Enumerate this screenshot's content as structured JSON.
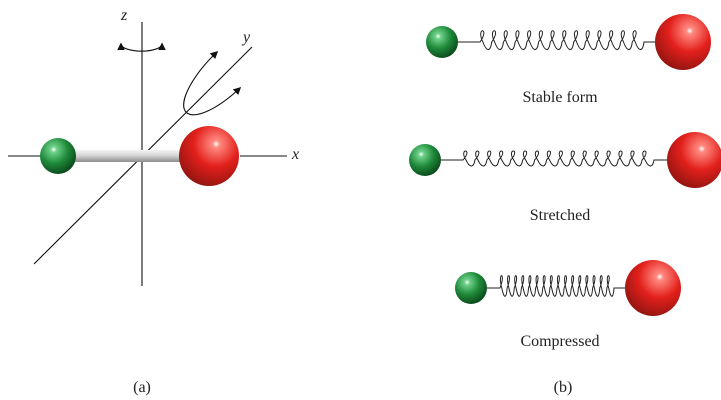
{
  "panel_a": {
    "label": "(a)",
    "axes": {
      "x": "x",
      "y": "y",
      "z": "z"
    },
    "atom_colors": {
      "small_atom": "#1f8a3a",
      "large_atom": "#e3201c",
      "bond": "#c9c9c9"
    }
  },
  "panel_b": {
    "label": "(b)",
    "states": [
      {
        "caption": "Stable form"
      },
      {
        "caption": "Stretched"
      },
      {
        "caption": "Compressed"
      }
    ]
  },
  "icons": [
    "rotation-arrow-icon",
    "spring-icon",
    "atom-sphere-icon"
  ]
}
